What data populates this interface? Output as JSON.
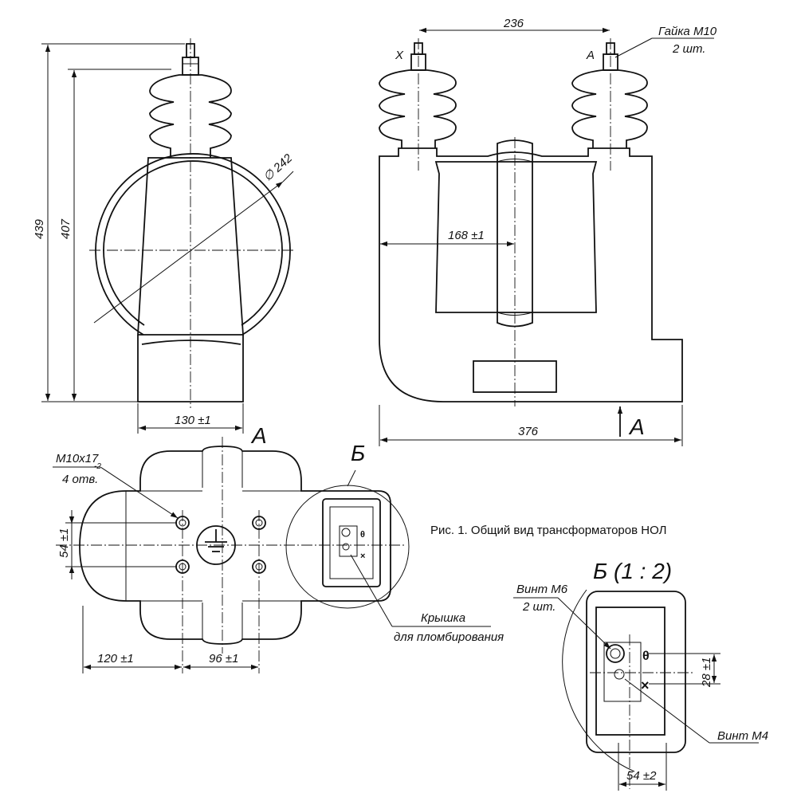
{
  "caption": "Рис. 1. Общий вид трансформаторов НОЛ",
  "dimensions": {
    "height_total": "439",
    "height_body": "407",
    "diameter": "∅ 242",
    "base_width": "130 ±1",
    "terminal_spacing": "236",
    "window_width": "168 ±1",
    "overall_length": "376",
    "hole_spacing_v": "54 ±1",
    "offset_x": "120 ±1",
    "hole_spacing_h": "96 ±1",
    "detail_v": "28 ±1",
    "detail_h": "54 ±2"
  },
  "labels": {
    "terminal_x": "X",
    "terminal_a": "A",
    "nut": "Гайка М10",
    "nut_qty": "2 шт.",
    "view_a_arrow": "А",
    "view_a_title": "А",
    "detail_ref": "Б",
    "holes": "М10х17",
    "holes_tol": "-2",
    "holes_qty": "4 отв.",
    "cover_1": "Крышка",
    "cover_2": "для пломбирования",
    "detail_title": "Б  (1 : 2)",
    "screw_m6": "Винт М6",
    "screw_m6_qty": "2 шт.",
    "screw_m4": "Винт М4"
  }
}
